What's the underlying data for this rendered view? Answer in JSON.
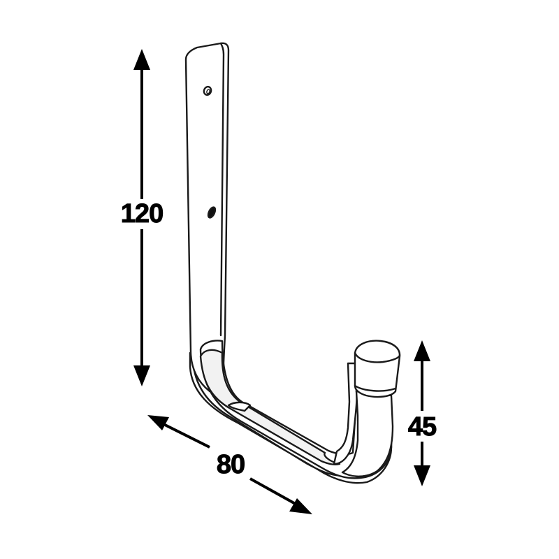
{
  "dimensions": {
    "height_total": "120",
    "width": "80",
    "hook_height": "45"
  },
  "colors": {
    "line": "#1a1a1a",
    "fill": "#ffffff",
    "shade": "#f2f2f2"
  }
}
